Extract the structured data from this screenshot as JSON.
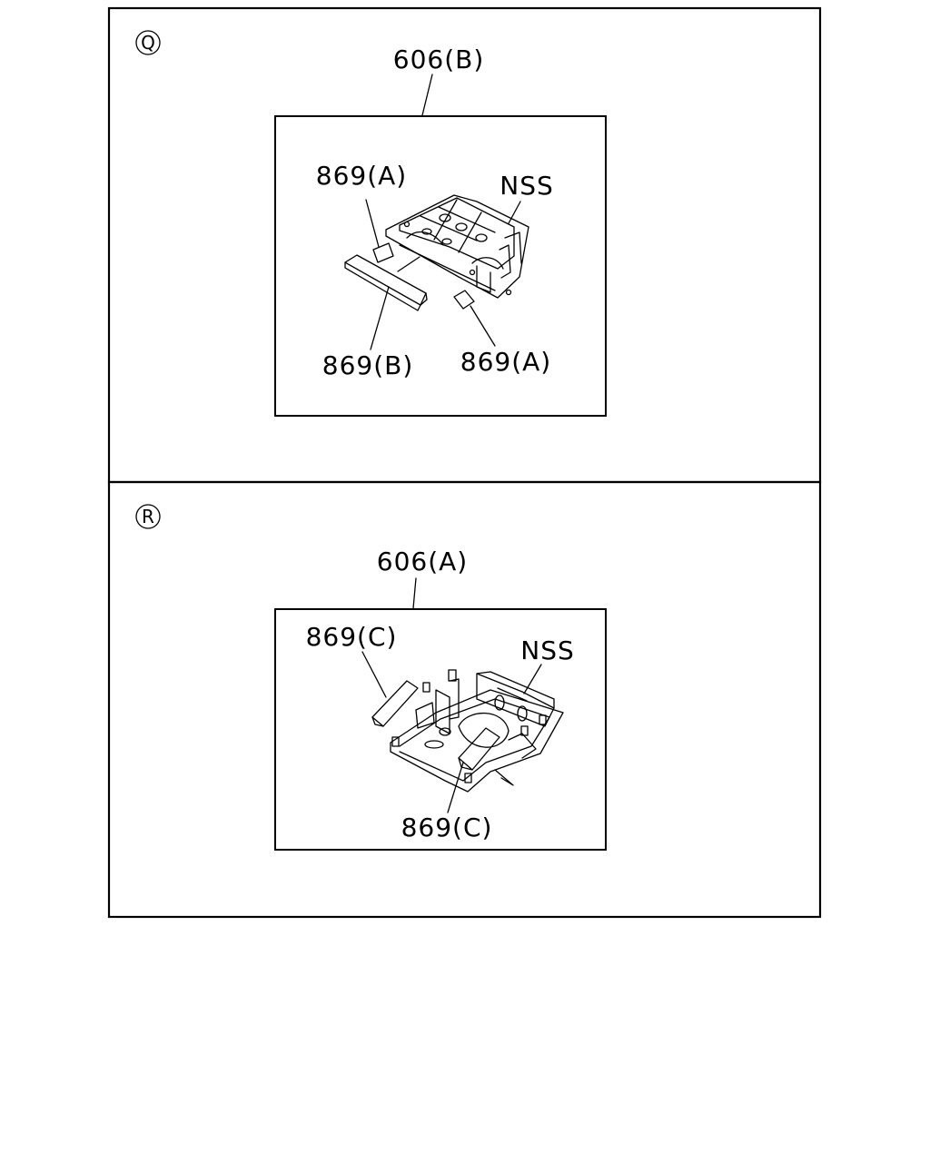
{
  "colors": {
    "ink": "#000000",
    "paper": "#ffffff"
  },
  "panel_q": {
    "tag": "Q",
    "part_label": "606(B)",
    "callouts": {
      "top_left": "869(A)",
      "top_right": "NSS",
      "bottom_left": "869(B)",
      "bottom_right": "869(A)"
    }
  },
  "panel_r": {
    "tag": "R",
    "part_label": "606(A)",
    "callouts": {
      "top_left": "869(C)",
      "top_right": "NSS",
      "bottom": "869(C)"
    }
  }
}
